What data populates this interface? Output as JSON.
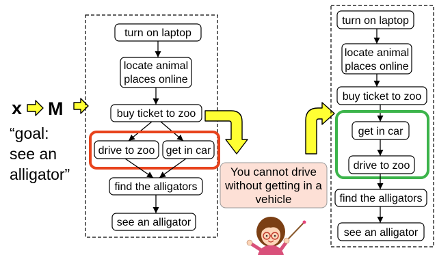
{
  "input_row": {
    "x_label": "x",
    "m_label": "M",
    "arrow_icon": "yellow-block-arrow-icon"
  },
  "goal": {
    "lines": [
      "“goal:",
      "see an",
      "alligator”"
    ]
  },
  "original_plan": {
    "nodes": [
      {
        "lines": [
          "turn on laptop"
        ]
      },
      {
        "lines": [
          "locate animal",
          "places online"
        ]
      },
      {
        "lines": [
          "buy ticket to zoo"
        ]
      },
      {
        "lines": [
          "drive to zoo"
        ]
      },
      {
        "lines": [
          "get in car"
        ]
      },
      {
        "lines": [
          "find the alligators"
        ]
      },
      {
        "lines": [
          "see an alligator"
        ]
      }
    ]
  },
  "feedback": {
    "lines": [
      "You cannot drive",
      "without getting in a",
      "vehicle"
    ],
    "icon": "teacher-pointing-icon"
  },
  "revised_plan": {
    "nodes": [
      {
        "lines": [
          "turn on laptop"
        ]
      },
      {
        "lines": [
          "locate animal",
          "places online"
        ]
      },
      {
        "lines": [
          "buy ticket to zoo"
        ]
      },
      {
        "lines": [
          "get in car"
        ]
      },
      {
        "lines": [
          "drive to zoo"
        ]
      },
      {
        "lines": [
          "find the alligators"
        ]
      },
      {
        "lines": [
          "see an alligator"
        ]
      }
    ]
  },
  "colors": {
    "error_highlight": "#e8431c",
    "fix_highlight": "#3cb44b",
    "arrow_fill": "#ffff33",
    "feedback_fill": "#fde0d6"
  }
}
